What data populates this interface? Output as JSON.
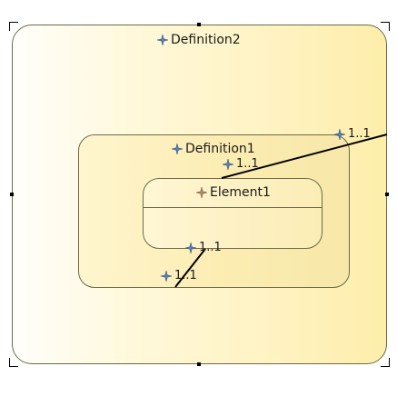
{
  "diagram": {
    "outer_box": {
      "name": "Definition2",
      "icon": "sparkle-icon",
      "fill_start": "#fffefb",
      "fill_end": "#fdeeaa"
    },
    "middle_box": {
      "name": "Definition1",
      "icon": "sparkle-icon",
      "fill": "#fcedb3"
    },
    "inner_box": {
      "name": "Element1",
      "icon": "sparkle-icon",
      "fill": "#fbedb5"
    },
    "multiplicities": {
      "right_edge": "1..1",
      "def1_top": "1..1",
      "element1_bottom": "1..1",
      "def1_bottom": "1..1"
    },
    "colors": {
      "border": "#6b6b4a",
      "icon_blue": "#5a7fb5",
      "icon_tan": "#9a7a58",
      "connector": "#000000"
    }
  }
}
